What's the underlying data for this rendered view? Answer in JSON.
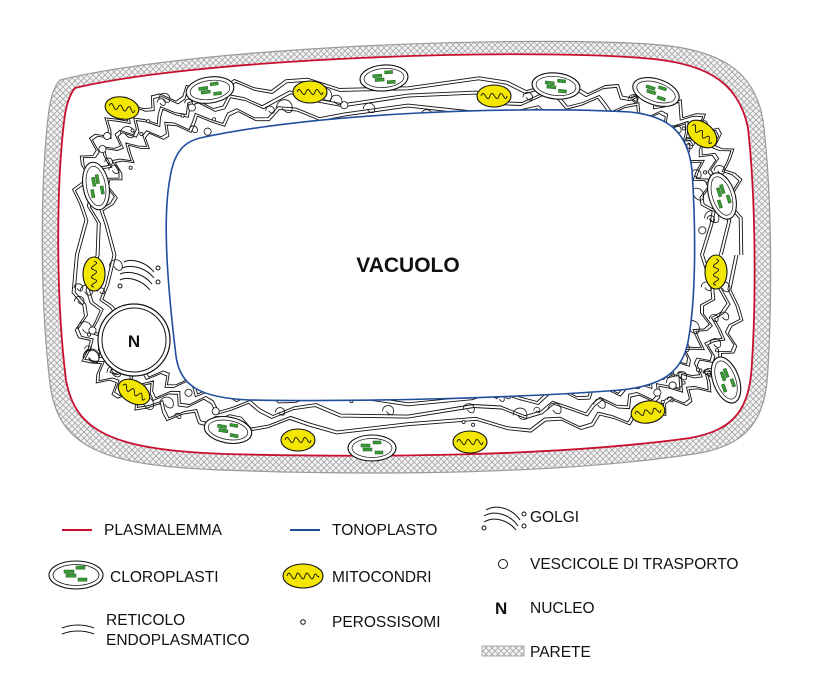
{
  "diagram": {
    "vacuole_label": "VACUOLO",
    "nucleus_label": "N",
    "colors": {
      "plasmalemma": "#c8102e",
      "tonoplast": "#1f4e9c",
      "chloroplast_fill": "#ffffff",
      "thylakoid": "#3a9a36",
      "mitochondrion": "#f3e600",
      "wall": "#c4c4c4",
      "line": "#111111"
    }
  },
  "legend": {
    "plasmalemma": "PLASMALEMMA",
    "tonoplast": "TONOPLASTO",
    "golgi": "GOLGI",
    "chloroplasts": "CLOROPLASTI",
    "mitochondria": "MITOCONDRI",
    "transport_vesicles": "VESCICOLE DI TRASPORTO",
    "er_line1": "RETICOLO",
    "er_line2": "ENDOPLASMATICO",
    "peroxisomes": "PEROSSISOMI",
    "nucleus_symbol": "N",
    "nucleus": "NUCLEO",
    "wall": "PARETE"
  }
}
